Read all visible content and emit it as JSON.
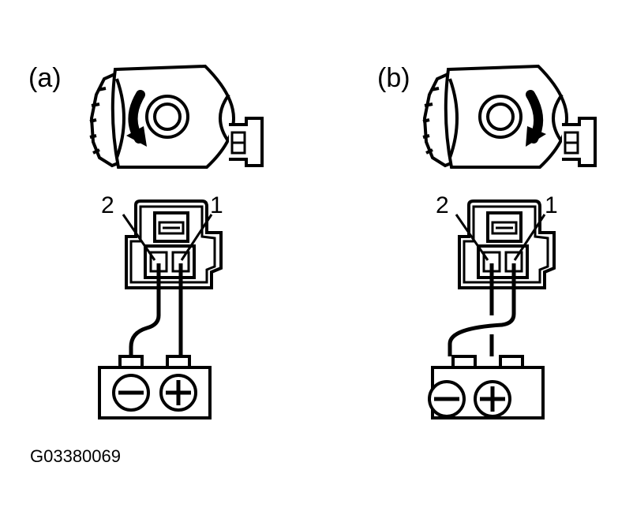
{
  "figure_id": "G03380069",
  "panels": [
    {
      "label": "(a)",
      "rotation": "counterclockwise",
      "pin_left": "2",
      "pin_right": "1",
      "terminal_neg": "negative-terminal",
      "terminal_pos": "positive-terminal"
    },
    {
      "label": "(b)",
      "rotation": "clockwise",
      "pin_left": "2",
      "pin_right": "1",
      "terminal_neg": "negative-terminal",
      "terminal_pos": "positive-terminal"
    }
  ],
  "colors": {
    "ink": "#000000",
    "background": "#ffffff"
  }
}
